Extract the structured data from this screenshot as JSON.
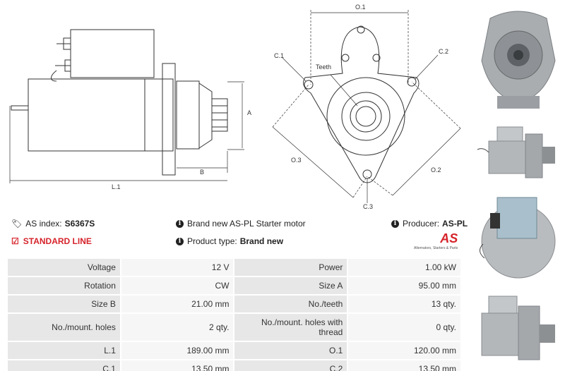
{
  "drawing": {
    "labels": {
      "O1": "O.1",
      "C1": "C.1",
      "C2": "C.2",
      "teeth": "Teeth",
      "O3": "O.3",
      "O2": "O.2",
      "C3": "C.3",
      "A": "A",
      "B": "B",
      "L1": "L.1"
    }
  },
  "info": {
    "as_index_label": "AS index:",
    "as_index_value": "S6367S",
    "description": "Brand new AS-PL Starter motor",
    "producer_label": "Producer:",
    "producer_value": "AS-PL",
    "standard_line": "STANDARD LINE",
    "product_type_label": "Product type:",
    "product_type_value": "Brand new",
    "logo_text": "AS",
    "logo_tagline": "Alternators, Starters & Parts"
  },
  "specs": [
    [
      "Voltage",
      "12 V",
      "Power",
      "1.00 kW"
    ],
    [
      "Rotation",
      "CW",
      "Size A",
      "95.00 mm"
    ],
    [
      "Size B",
      "21.00 mm",
      "No./teeth",
      "13 qty."
    ],
    [
      "No./mount. holes",
      "2 qty.",
      "No./mount. holes with thread",
      "0 qty."
    ],
    [
      "L.1",
      "189.00 mm",
      "O.1",
      "120.00 mm"
    ],
    [
      "C.1",
      "13.50 mm",
      "C.2",
      "13.50 mm"
    ]
  ],
  "colors": {
    "accent": "#d5232a",
    "key_bg": "#e7e7e7",
    "value_bg": "#f6f6f6"
  }
}
